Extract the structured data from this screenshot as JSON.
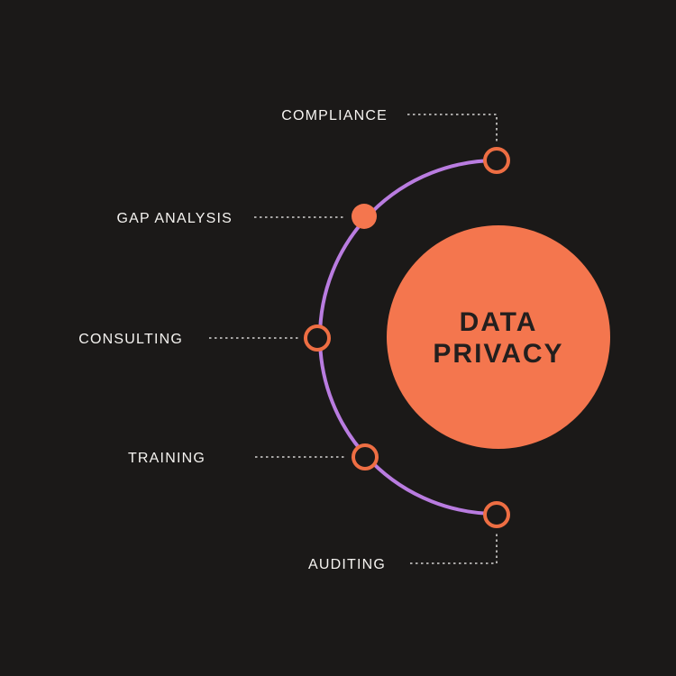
{
  "canvas": {
    "background": "#1B1918"
  },
  "colors": {
    "orange_fill": "#F4764E",
    "node_stroke": "#EE6E43",
    "arc_purple": "#B97CE0",
    "connector": "#D6D4D2",
    "label_text": "#F6F4F1",
    "title_text": "#231F1E"
  },
  "center": {
    "line1": "DATA",
    "line2": "PRIVACY"
  },
  "items": [
    {
      "label": "COMPLIANCE",
      "node_style": "hollow"
    },
    {
      "label": "GAP ANALYSIS",
      "node_style": "filled"
    },
    {
      "label": "CONSULTING",
      "node_style": "hollow"
    },
    {
      "label": "TRAINING",
      "node_style": "hollow"
    },
    {
      "label": "AUDITING",
      "node_style": "hollow"
    }
  ]
}
